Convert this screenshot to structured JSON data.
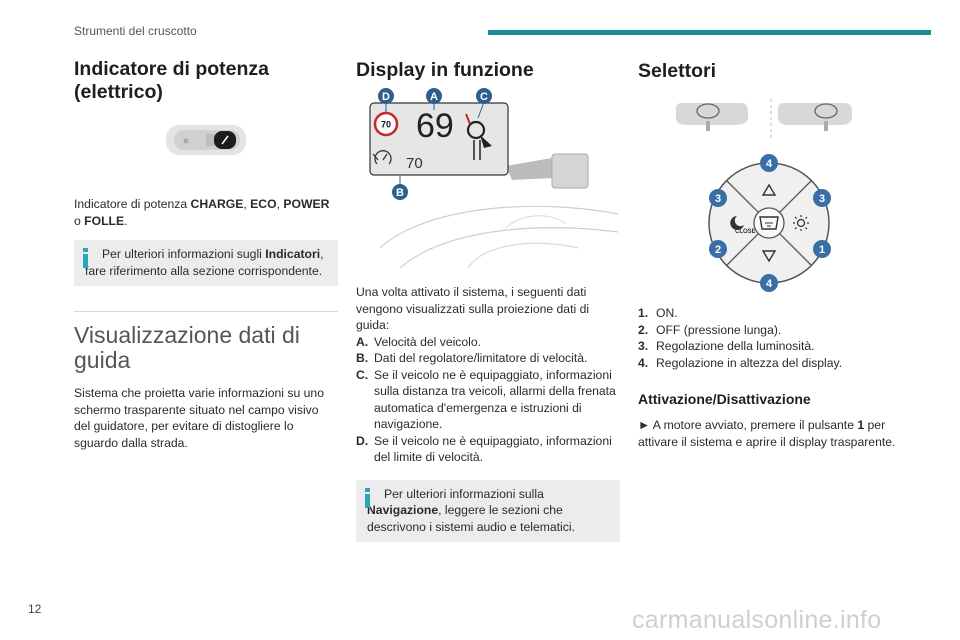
{
  "header": {
    "section": "Strumenti del cruscotto",
    "page_number": "12"
  },
  "col1": {
    "title": "Indicatore di potenza (elettrico)",
    "desc_prefix": "Indicatore di potenza ",
    "modes": [
      "CHARGE",
      "ECO",
      "POWER",
      "FOLLE"
    ],
    "sep1": ", ",
    "sep2": ", ",
    "sep3": " o ",
    "desc_end": ".",
    "info_pre": "Per ulteriori informazioni sugli ",
    "info_bold": "Indicatori",
    "info_post": ", fare riferimento alla sezione corrispondente.",
    "section_title": "Visualizzazione dati di guida",
    "section_text": "Sistema che proietta varie informazioni su uno schermo trasparente situato nel campo visivo del guidatore, per evitare di distogliere lo sguardo dalla strada."
  },
  "col2": {
    "title": "Display in funzione",
    "diagram": {
      "labels": [
        "D",
        "A",
        "C",
        "B"
      ],
      "speed": "69",
      "limit": "70",
      "cruise": "70"
    },
    "intro": "Una volta attivato il sistema, i seguenti dati vengono visualizzati sulla proiezione dati di guida:",
    "items": [
      {
        "key": "A.",
        "text": "Velocità del veicolo."
      },
      {
        "key": "B.",
        "text": "Dati del regolatore/limitatore di velocità."
      },
      {
        "key": "C.",
        "text": "Se il veicolo ne è equipaggiato, informazioni sulla distanza tra veicoli, allarmi della frenata automatica d'emergenza e istruzioni di navigazione."
      },
      {
        "key": "D.",
        "text": "Se il veicolo ne è equipaggiato, informazioni del limite di velocità."
      }
    ],
    "info_pre": "Per ulteriori informazioni sulla ",
    "info_bold": "Navigazione",
    "info_post": ", leggere le sezioni che descrivono i sistemi audio e telematici."
  },
  "col3": {
    "title": "Selettori",
    "pad": {
      "close_label": "CLOSE",
      "numbers": [
        "4",
        "3",
        "3",
        "2",
        "1",
        "4"
      ]
    },
    "items": [
      {
        "key": "1.",
        "text": "ON."
      },
      {
        "key": "2.",
        "text": "OFF (pressione lunga)."
      },
      {
        "key": "3.",
        "text": "Regolazione della luminosità."
      },
      {
        "key": "4.",
        "text": "Regolazione in altezza del display."
      }
    ],
    "sub_title": "Attivazione/Disattivazione",
    "act_pre": "► A motore avviato, premere il pulsante ",
    "act_bold": "1",
    "act_post": " per attivare il sistema e aprire il display trasparente."
  },
  "watermark": "carmanualsonline.info",
  "colors": {
    "accent": "#1a8a97",
    "info_icon": "#2aa6b4",
    "badge": "#2c5f8d",
    "badge2": "#3a6ea5"
  }
}
